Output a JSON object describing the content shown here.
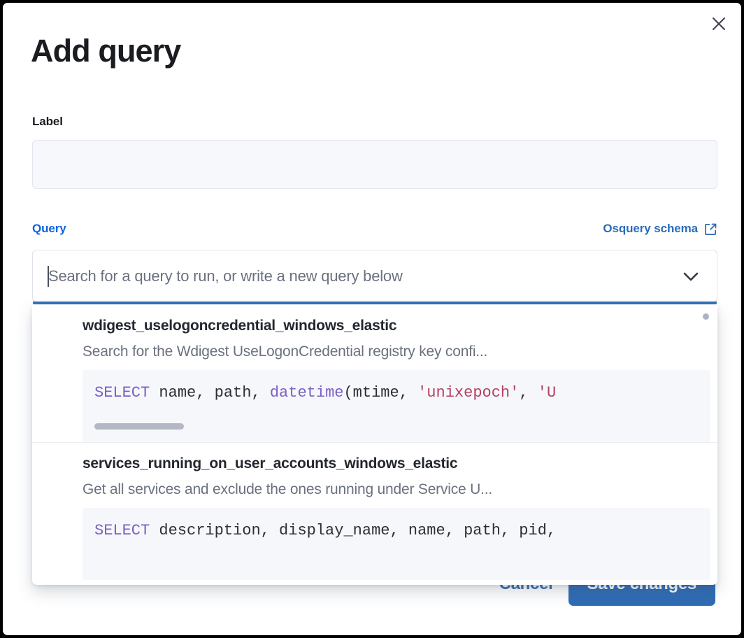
{
  "dialog": {
    "title": "Add query",
    "close_icon": "close-icon"
  },
  "label_field": {
    "label": "Label",
    "value": "",
    "placeholder": ""
  },
  "query_field": {
    "label": "Query",
    "schema_link": {
      "text": "Osquery schema",
      "icon": "external-link-icon"
    },
    "search": {
      "value": "",
      "placeholder": "Search for a query to run, or write a new query below",
      "chevron_icon": "chevron-down-icon"
    }
  },
  "options": [
    {
      "title": "wdigest_uselogoncredential_windows_elastic",
      "description": "Search for the Wdigest UseLogonCredential registry key confi...",
      "code_tokens": [
        {
          "t": "SELECT",
          "k": "kw"
        },
        {
          "t": " name, path, ",
          "k": "txt"
        },
        {
          "t": "datetime",
          "k": "fn"
        },
        {
          "t": "(mtime, ",
          "k": "txt"
        },
        {
          "t": "'unixepoch'",
          "k": "str"
        },
        {
          "t": ", ",
          "k": "txt"
        },
        {
          "t": "'U",
          "k": "str"
        }
      ]
    },
    {
      "title": "services_running_on_user_accounts_windows_elastic",
      "description": "Get all services and exclude the ones running under Service U...",
      "code_tokens": [
        {
          "t": "SELECT",
          "k": "kw"
        },
        {
          "t": " description, display_name, name, path, pid,",
          "k": "txt"
        }
      ]
    }
  ],
  "footer": {
    "cancel_label": "Cancel",
    "save_label": "Save changes"
  },
  "colors": {
    "accent_blue": "#2f6cb4",
    "link_blue": "#0b64dd",
    "focus_underline": "#3273bb",
    "code_keyword": "#7b61c4",
    "code_string": "#b5405f",
    "code_text": "#2c2f36",
    "code_bg": "#f6f7fb",
    "input_bg": "#f7f8fc",
    "muted_text": "#6a717e",
    "title_text": "#1a1c21"
  }
}
